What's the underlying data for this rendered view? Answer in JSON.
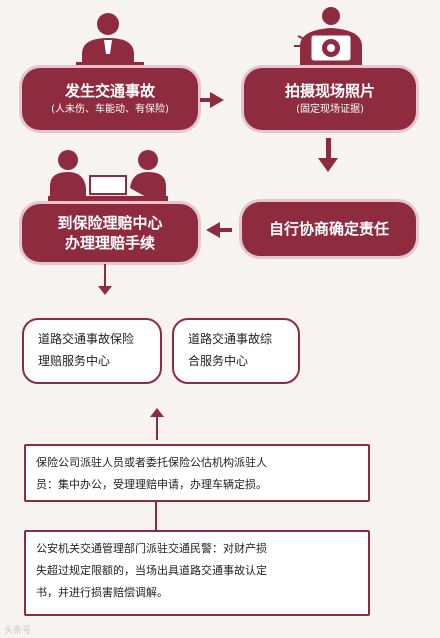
{
  "steps": {
    "accident": {
      "title": "发生交通事故",
      "subtitle": "(人未伤、车能动、有保险)"
    },
    "photos": {
      "title": "拍摄现场照片",
      "subtitle": "(固定现场证据)"
    },
    "negotiate": {
      "title": "自行协商确定责任"
    },
    "insurance": {
      "title1": "到保险理赔中心",
      "title2": "办理理赔手续"
    }
  },
  "centers": {
    "road": {
      "line1": "道路交通事故保险",
      "line2": "理赔服务中心"
    },
    "general": {
      "line1": "道路交通事故综",
      "line2": "合服务中心"
    }
  },
  "notes": {
    "insurer": {
      "line1": "保险公司派驻人员或者委托保险公估机构派驻人",
      "line2": "员：集中办公，受理理赔申请，办理车辆定损。"
    },
    "police": {
      "line1": "公安机关交通管理部门派驻交通民警：对财产损",
      "line2": "失超过规定限额的，当场出具道路交通事故认定",
      "line3": "书，并进行损害赔偿调解。"
    }
  },
  "watermark": "头条号"
}
